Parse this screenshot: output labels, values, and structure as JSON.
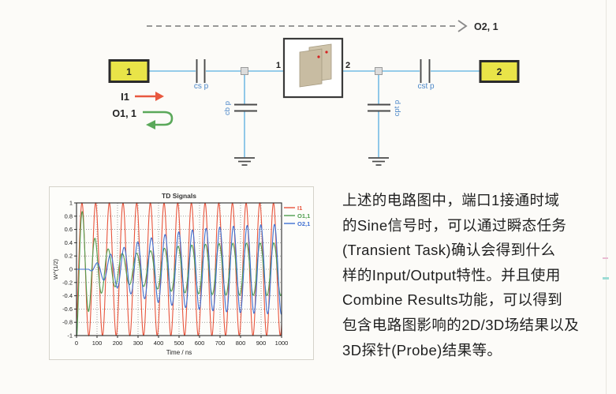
{
  "page": {
    "background": "#fcfbf8"
  },
  "circuit": {
    "flow_arrow_label": "O2, 1",
    "port1_label": "1",
    "port2_label": "2",
    "pin1_label": "1",
    "pin2_label": "2",
    "cap_series_in_label": "cs p",
    "cap_shunt_in_label": "cb p",
    "cap_shunt_out_label": "cpt p",
    "cap_series_out_label": "cst p",
    "input_signal_label": "I1",
    "reflection_label": "O1, 1",
    "colors": {
      "wire": "#74bce4",
      "port_fill": "#e9e448",
      "port_border": "#2b2b2b",
      "input_arrow": "#e8583f",
      "reflection_arrow": "#5aa85a",
      "flow_arrow": "#8a8a8a",
      "component_label": "#4a86c8",
      "plate_fill": "#c8bca2",
      "probe_dot": "#d42222"
    }
  },
  "chart_data": {
    "type": "line",
    "title": "TD Signals",
    "xlabel": "Time / ns",
    "ylabel": "W^(1/2)",
    "xlim": [
      0,
      1000
    ],
    "ylim": [
      -1,
      1
    ],
    "xticks": [
      0,
      100,
      200,
      300,
      400,
      500,
      600,
      700,
      800,
      900,
      1000
    ],
    "yticks": [
      1,
      0.8,
      0.6,
      0.4,
      0.2,
      0,
      -0.2,
      -0.4,
      -0.6,
      -0.8,
      -1
    ],
    "grid": true,
    "legend_position": "right-top",
    "sample_step_ns": 1.25,
    "series": [
      {
        "name": "I1",
        "color": "#e8543c",
        "summary": "input sine, amplitude 1.0, period ~66.7 ns (15 cycles over 0-1000 ns)",
        "components": [
          {
            "env": "const",
            "amp": 1.0,
            "period": 66.7,
            "delay": 10
          }
        ]
      },
      {
        "name": "O1,1",
        "color": "#4f9e4f",
        "summary": "reflected signal: burst peaking ~0.85 near 30 ns decaying by ~250 ns, then rings up to steady amplitude ~0.4",
        "components": [
          {
            "env": "decay",
            "amp": 1.15,
            "tau": 100,
            "period": 62,
            "delay": 13
          },
          {
            "env": "rise",
            "amp": 0.4,
            "tau": 180,
            "start": 110,
            "period": 66.7,
            "delay": 12
          }
        ]
      },
      {
        "name": "O2,1",
        "color": "#3e6fd2",
        "summary": "transmitted signal: ~0 until ~60 ns, rings up to steady amplitude ~0.7 by 1000 ns",
        "components": [
          {
            "env": "rise",
            "amp": 0.7,
            "tau": 270,
            "start": 60,
            "period": 66.7,
            "delay": 15
          }
        ]
      }
    ]
  },
  "description": {
    "lines": [
      "上述的电路图中，端口1接通时域",
      "的Sine信号时，可以通过瞬态任务",
      "(Transient Task)确认会得到什么",
      "样的Input/Output特性。并且使用",
      "Combine Results功能，可以得到",
      "包含电路图影响的2D/3D场结果以及",
      "3D探针(Probe)结果等。"
    ]
  }
}
